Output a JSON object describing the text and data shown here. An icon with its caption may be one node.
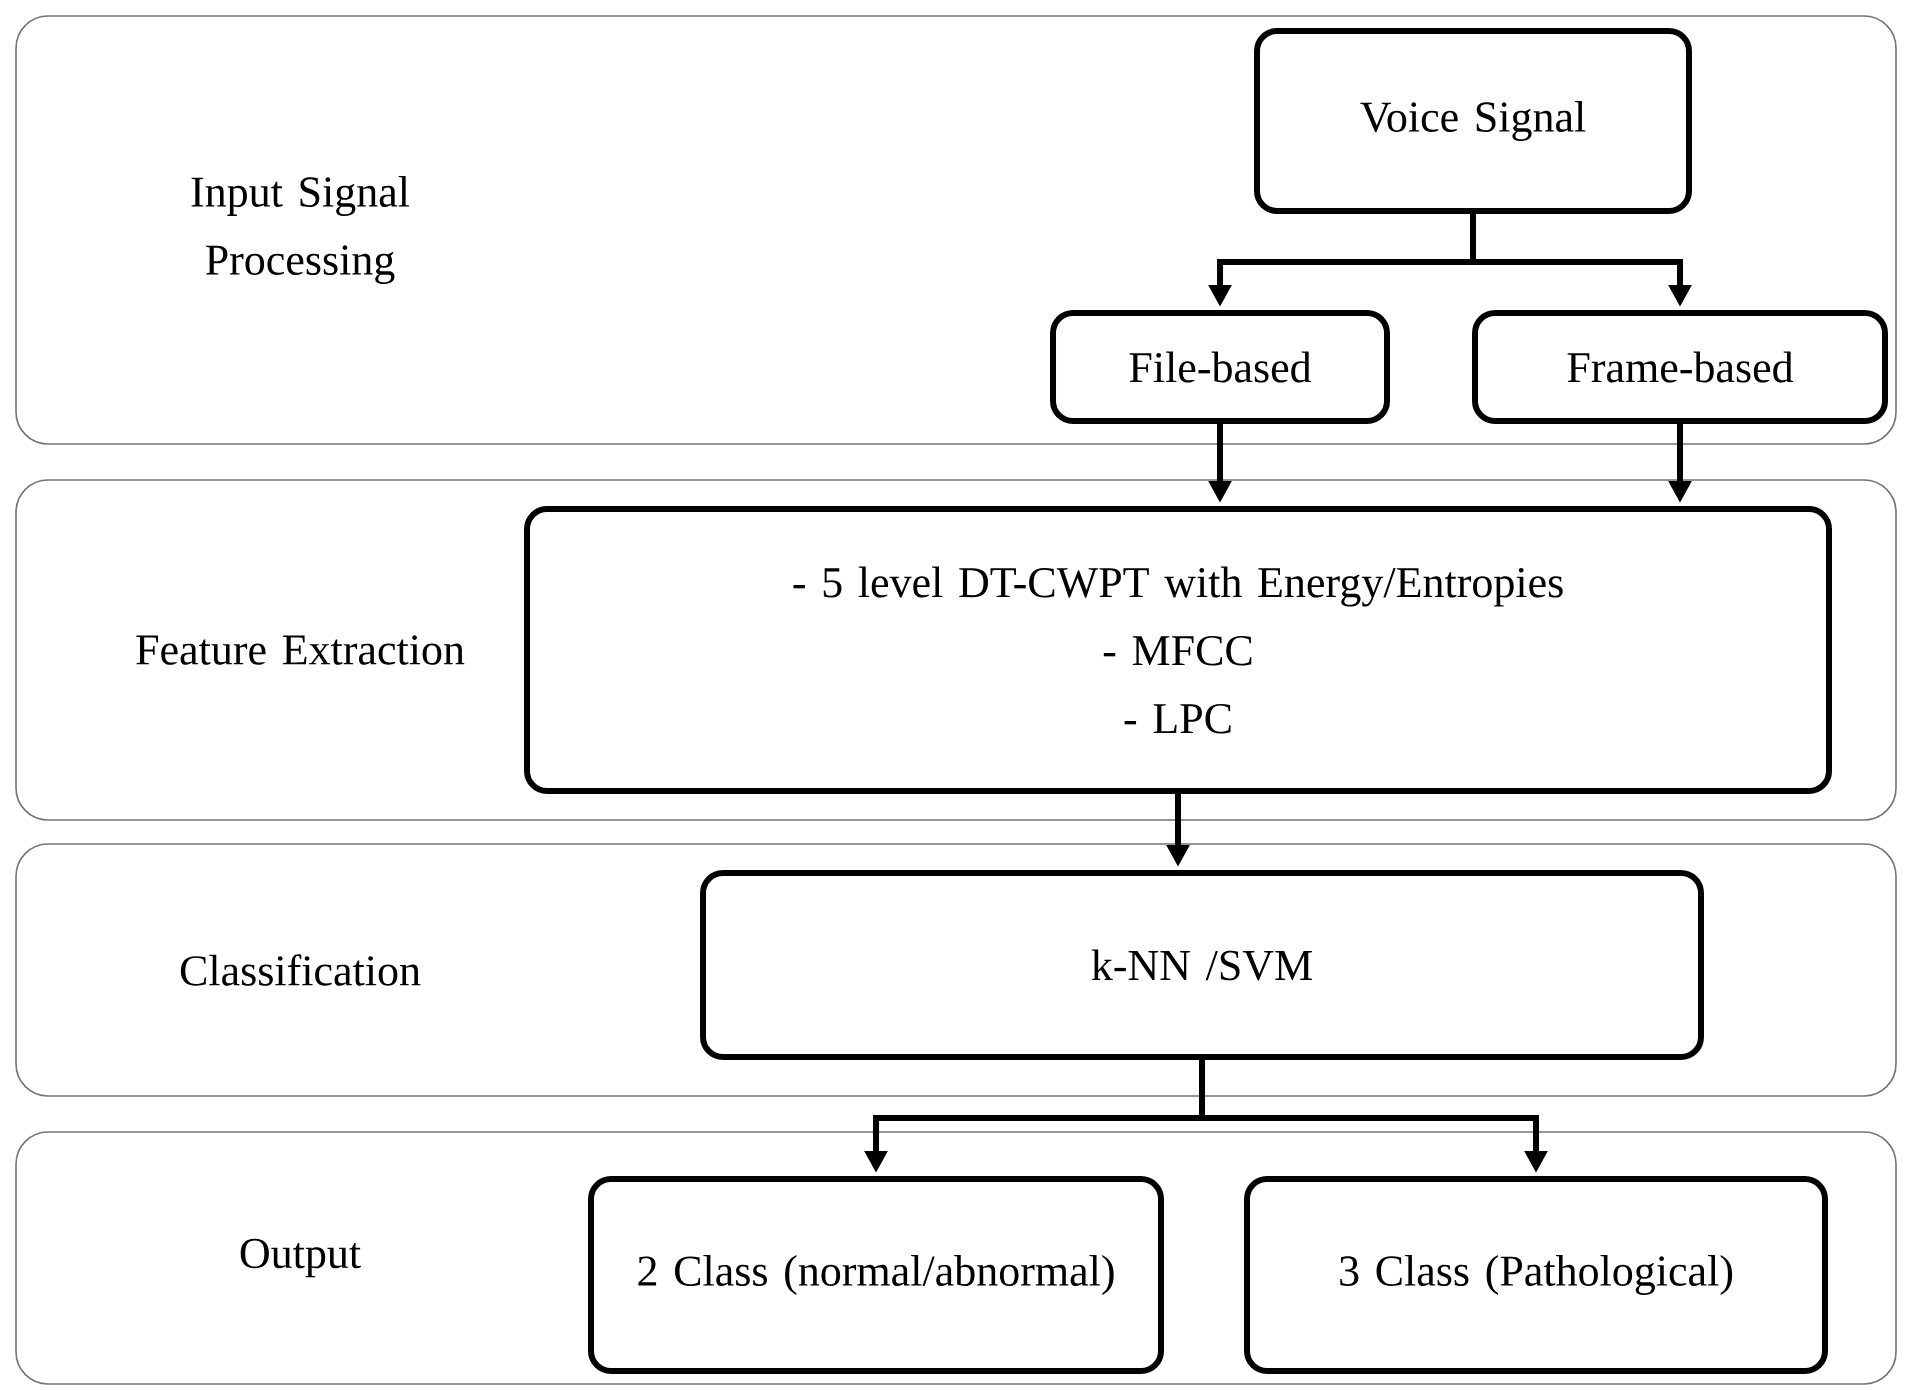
{
  "diagram": {
    "nodes": [
      {
        "text": [
          "Input Signal Processing"
        ]
      },
      {
        "text": [
          "Voice Signal"
        ],
        "in": 0
      },
      {
        "text": [
          "File-based"
        ],
        "in": 0
      },
      {
        "text": [
          "Frame-based"
        ],
        "in": 0
      },
      {
        "text": [
          "Feature Extraction"
        ]
      },
      {
        "text": [
          "- 5 level DT-CWPT with Energy/Entropies",
          "- MFCC",
          "- LPC"
        ],
        "in": 4
      },
      {
        "text": [
          "Classification"
        ]
      },
      {
        "text": [
          "k-NN /SVM"
        ],
        "in": 6
      },
      {
        "text": [
          "Output"
        ]
      },
      {
        "text": [
          "2 Class (normal/abnormal)"
        ],
        "in": 8
      },
      {
        "text": [
          "3 Class (Pathological)"
        ],
        "in": 8
      }
    ],
    "edges": [
      {
        "from": 1,
        "to": 2,
        "arrow": "to"
      },
      {
        "from": 1,
        "to": 3,
        "arrow": "to"
      },
      {
        "from": 2,
        "to": 5,
        "arrow": "to"
      },
      {
        "from": 3,
        "to": 5,
        "arrow": "to"
      },
      {
        "from": 5,
        "to": 7,
        "arrow": "to"
      },
      {
        "from": 7,
        "to": 9,
        "arrow": "to"
      },
      {
        "from": 7,
        "to": 10,
        "arrow": "to"
      }
    ]
  }
}
